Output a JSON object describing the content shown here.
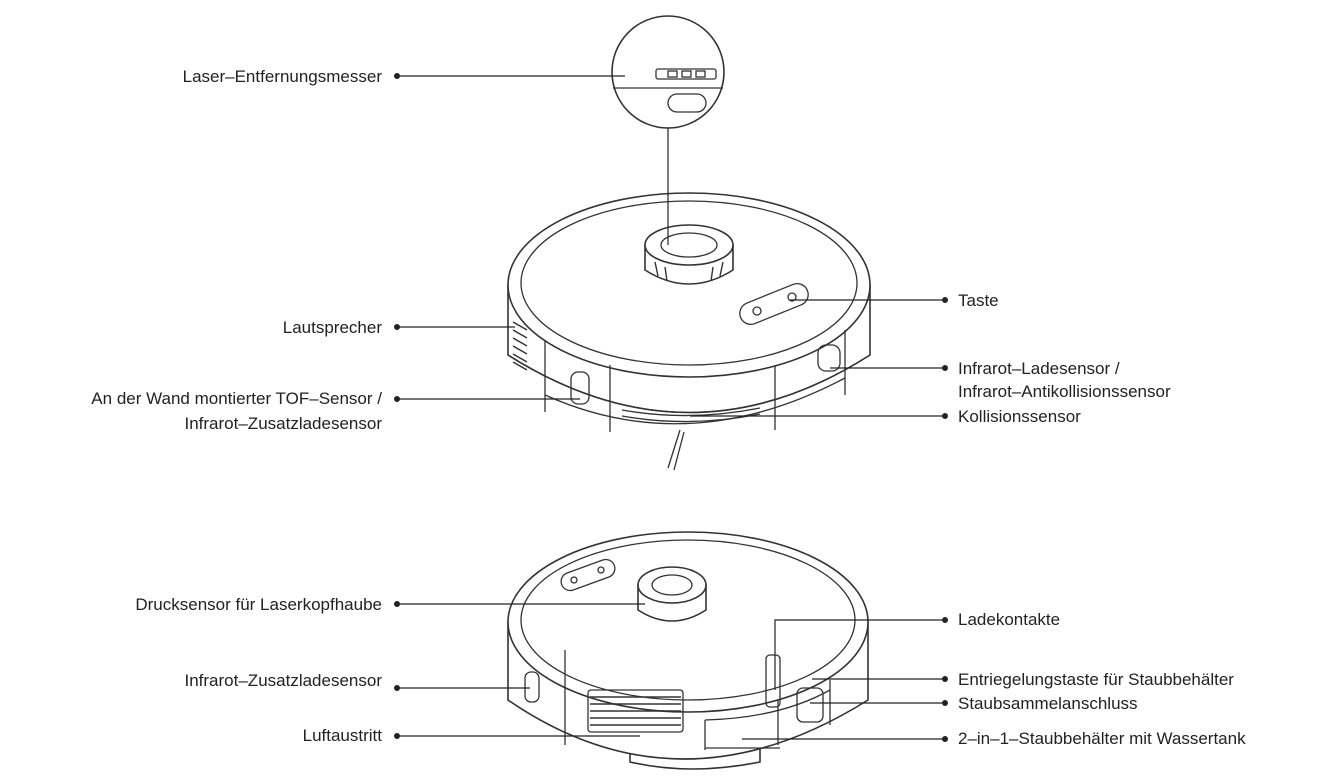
{
  "labels": {
    "laser_rangefinder": "Laser–Entfernungsmesser",
    "speaker": "Lautsprecher",
    "tof_sensor_line1": "An der Wand montierter TOF–Sensor /",
    "tof_sensor_line2": "Infrarot–Zusatzladesensor",
    "button": "Taste",
    "ir_charging_line1": "Infrarot–Ladesensor /",
    "ir_charging_line2": "Infrarot–Antikollisionssensor",
    "collision_sensor": "Kollisionssensor",
    "pressure_sensor": "Drucksensor für Laserkopfhaube",
    "ir_aux_charging": "Infrarot–Zusatzladesensor",
    "air_outlet": "Luftaustritt",
    "charging_contacts": "Ladekontakte",
    "dustbin_release": "Entriegelungstaste für Staubbehälter",
    "dust_port": "Staubsammelanschluss",
    "dustbin_tank": "2–in–1–Staubbehälter mit Wassertank"
  }
}
